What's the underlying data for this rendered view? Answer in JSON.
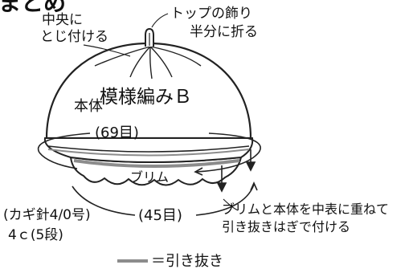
{
  "heading_fragment": "まとめ",
  "labels": {
    "center_line1": "中央に",
    "center_line2": "とじ付ける",
    "top_line1": "トップの飾り",
    "top_line2": "半分に折る",
    "body": "本体",
    "pattern": "模様編みＢ",
    "top_count": "(69目)",
    "brim": "ブリム",
    "hook_line1": "(カギ針4/0号)",
    "hook_line2": "4ｃ(5段)",
    "bottom_count": "(45目)",
    "attach_line1": "ブリムと本体を中表に重ねて",
    "attach_line2": "引き抜きはぎで付ける"
  },
  "legend": {
    "text": "＝引き抜き",
    "swatch_color": "#8c8c8c"
  }
}
